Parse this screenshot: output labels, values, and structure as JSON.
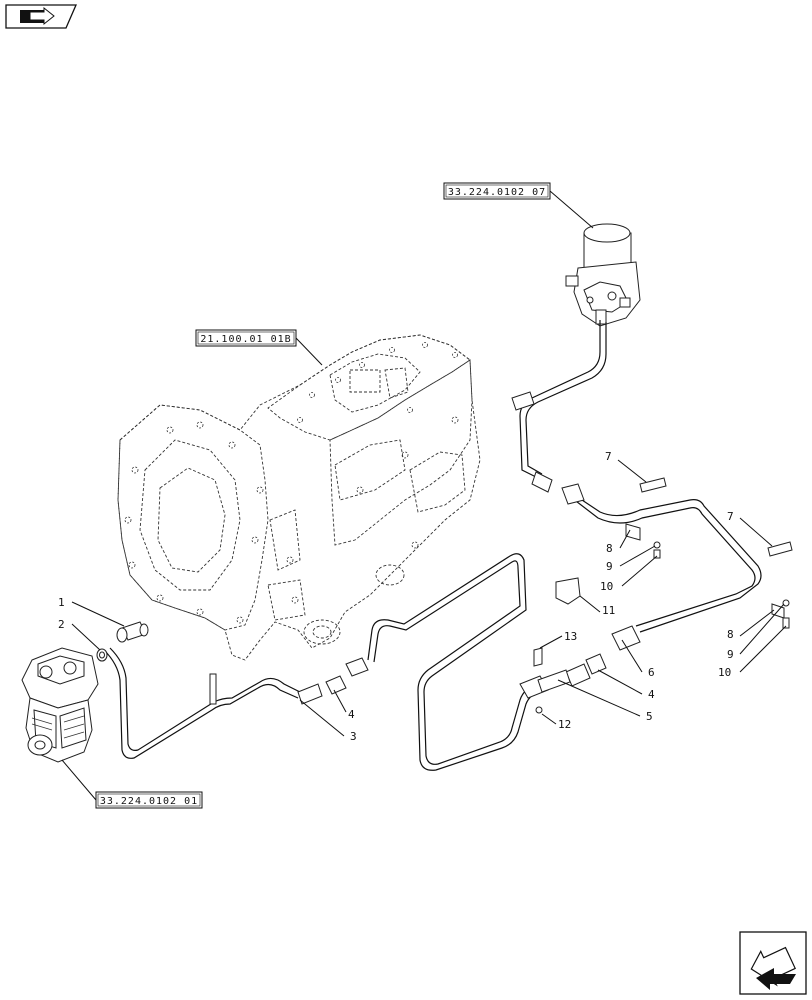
{
  "nav": {
    "top_left_icon": "book-arrow-icon",
    "bottom_right_icon": "return-arrow-icon"
  },
  "references": {
    "housing": "21.100.01 01B",
    "dryer": "33.224.0102 07",
    "compressor": "33.224.0102 01"
  },
  "callouts": [
    "1",
    "2",
    "3",
    "4",
    "4",
    "5",
    "6",
    "7",
    "7",
    "8",
    "8",
    "9",
    "9",
    "10",
    "10",
    "11",
    "12",
    "13"
  ]
}
